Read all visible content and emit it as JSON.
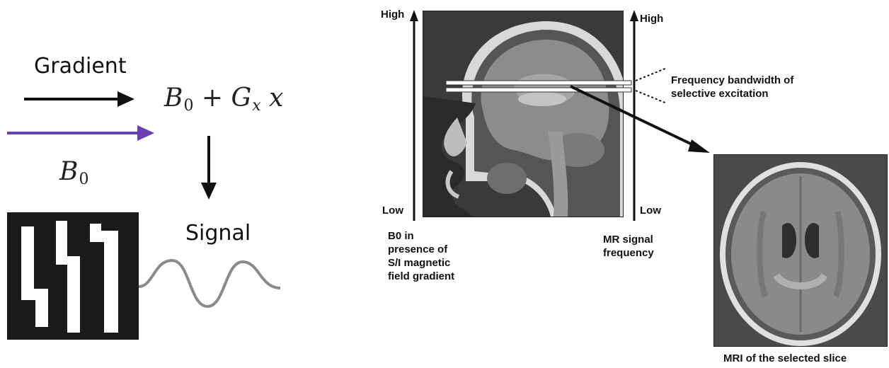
{
  "left_panel": {
    "gradient_label": "Gradient",
    "equation": {
      "b": "B",
      "b_sub": "0",
      "plus": " + ",
      "g": "G",
      "g_sub": "x",
      "x": " x"
    },
    "b0": {
      "b": "B",
      "b_sub": "0"
    },
    "signal_label": "Signal",
    "colors": {
      "gradient_arrow": "#111111",
      "b0_arrow": "#6a3fb0",
      "signal_wave": "#8a8a8a"
    }
  },
  "right_panel": {
    "left_axis": {
      "high": "High",
      "low": "Low",
      "caption": [
        "B0 in",
        "presence of",
        "S/I magnetic",
        "field gradient"
      ]
    },
    "right_axis": {
      "high": "High",
      "low": "Low",
      "caption": [
        "MR signal",
        "frequency"
      ]
    },
    "bandwidth_label": [
      "Frequency bandwidth of",
      "selective excitation"
    ],
    "slice_caption": "MRI of the selected slice"
  }
}
